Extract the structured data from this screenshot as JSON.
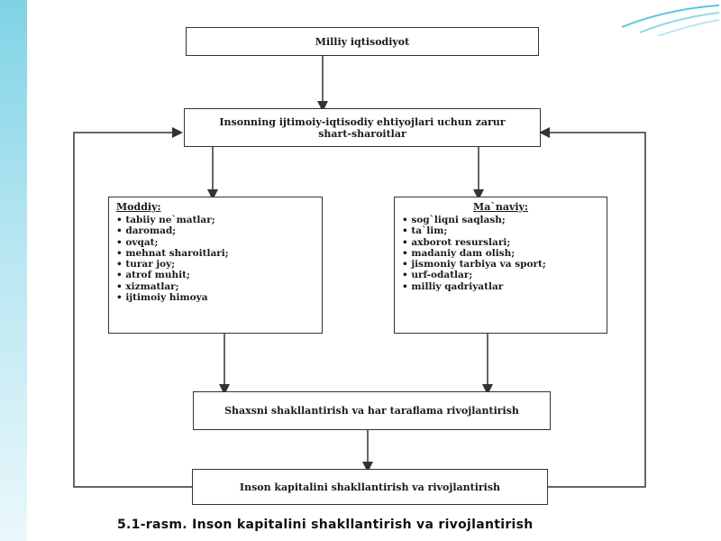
{
  "diagram": {
    "top": {
      "title": "Milliy iqtisodiyot"
    },
    "needs": {
      "line1": "Insonning ijtimoiy-iqtisodiy ehtiyojlari uchun zarur",
      "line2": "shart-sharoitlar"
    },
    "material": {
      "heading": "Moddiy:",
      "items": [
        "tabiiy ne`matlar;",
        "daromad;",
        "ovqat;",
        "mehnat sharoitlari;",
        "turar joy;",
        "atrof muhit;",
        "xizmatlar;",
        "ijtimoiy himoya"
      ]
    },
    "spiritual": {
      "heading": "Ma`naviy:",
      "items": [
        "sog`liqni saqlash;",
        "ta`lim;",
        "axborot resurslari;",
        "madaniy dam olish;",
        "jismoniy tarbiya va sport;",
        "urf-odatlar;",
        "milliy qadriyatlar"
      ]
    },
    "personal": {
      "title": "Shaxsni shakllantirish va har taraflama rivojlantirish"
    },
    "capital": {
      "title": "Inson kapitalini shakllantirish va rivojlantirish"
    }
  },
  "caption": "5.1-rasm. Inson kapitalini shakllantirish va rivojlantirish"
}
